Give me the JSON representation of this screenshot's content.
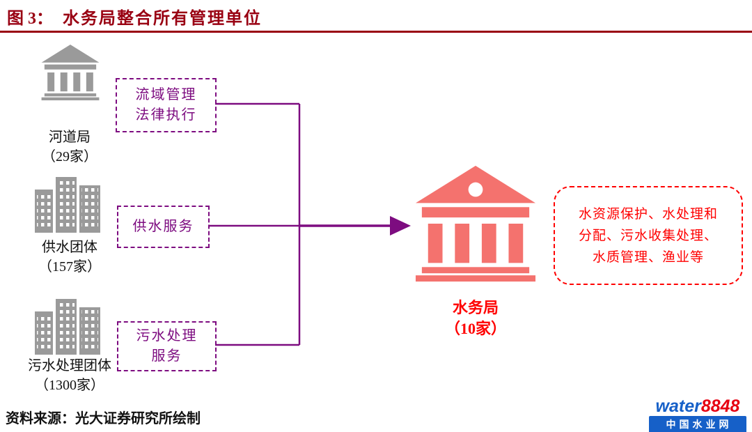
{
  "colors": {
    "darkred": "#990012",
    "purple": "#7D0C80",
    "red": "#FF0000",
    "gray": "#9A9A9A",
    "salmon": "#F4726E",
    "logoblue": "#1660C8",
    "logored": "#E60012"
  },
  "title": {
    "label": "图 3：",
    "text": "水务局整合所有管理单位"
  },
  "nodes": [
    {
      "name": "河道局",
      "count": "（29家）",
      "function_lines": [
        "流域管理",
        "法律执行"
      ]
    },
    {
      "name": "供水团体",
      "count": "（157家）",
      "function_lines": [
        "供水服务"
      ]
    },
    {
      "name": "污水处理团体",
      "count": "（1300家）",
      "function_lines": [
        "污水处理",
        "服务"
      ]
    }
  ],
  "target": {
    "name": "水务局",
    "count": "（10家）",
    "function_lines": [
      "水资源保护、水处理和",
      "分配、污水收集处理、",
      "水质管理、渔业等"
    ]
  },
  "source": {
    "text": "资料来源：光大证券研究所绘制"
  },
  "logo": {
    "water": "water",
    "number": "8848",
    "subtitle": "中国水业网"
  }
}
